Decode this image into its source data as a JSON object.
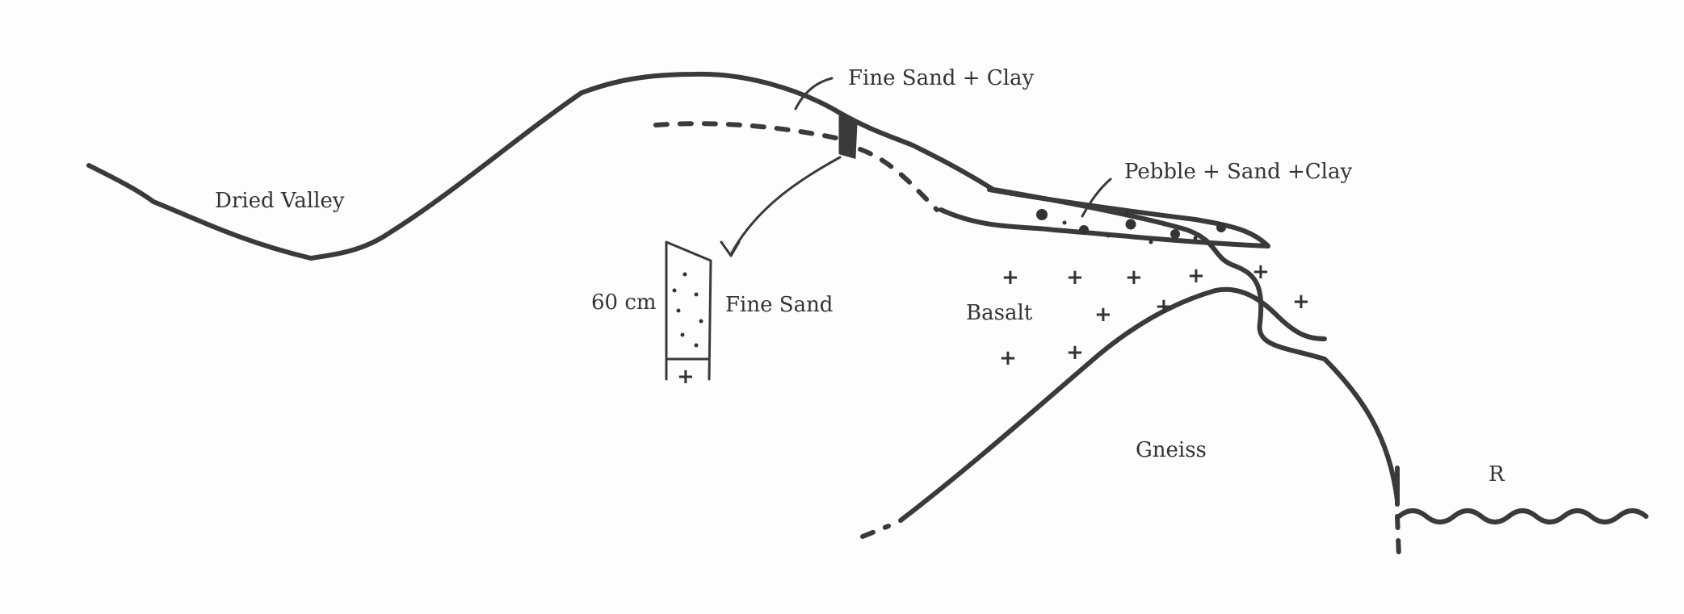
{
  "labels": {
    "dried_valley": "Dried Valley",
    "fine_sand_clay": "Fine Sand + Clay",
    "pebble_sand_clay": "Pebble + Sand +Clay",
    "fine_sand": "Fine Sand",
    "depth": "60 cm",
    "basalt": "Basalt",
    "gneiss": "Gneiss",
    "river": "R"
  },
  "symbols": {
    "basalt_mark": "+"
  }
}
